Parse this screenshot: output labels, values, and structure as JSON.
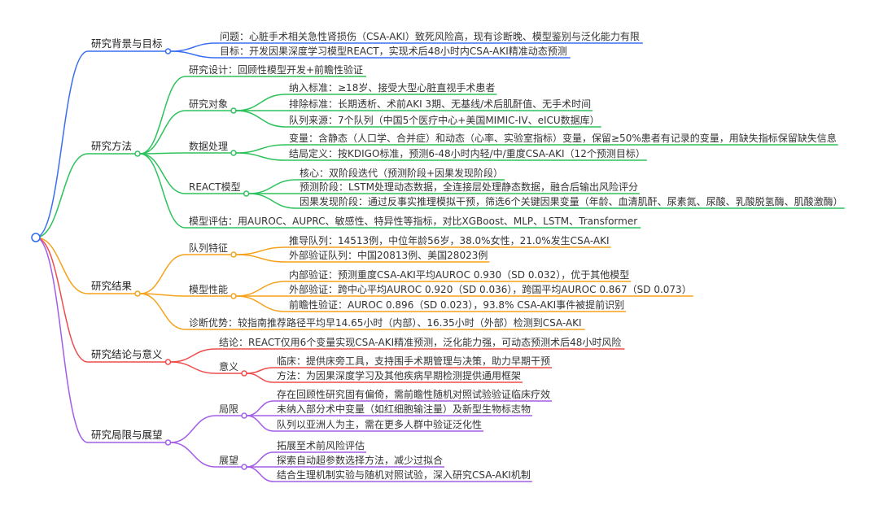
{
  "colors": {
    "root": "#2b6bf0",
    "blue": "#3a6ff2",
    "green": "#2ec25c",
    "orange": "#f5a21b",
    "red": "#ef4c4c",
    "purple": "#a35ee8"
  },
  "sections": [
    {
      "key": "background",
      "color": "blue",
      "label": "研究背景与目标",
      "children": [
        {
          "label": "问题：心脏手术相关急性肾损伤（CSA-AKI）致死风险高，现有诊断晚、模型鉴别与泛化能力有限"
        },
        {
          "label": "目标：开发因果深度学习模型REACT，实现术后48小时内CSA-AKI精准动态预测"
        }
      ]
    },
    {
      "key": "methods",
      "color": "green",
      "label": "研究方法",
      "children": [
        {
          "label": "研究设计：回顾性模型开发+前瞻性验证"
        },
        {
          "label": "研究对象",
          "children": [
            {
              "label": "纳入标准：≥18岁、接受大型心脏直视手术患者"
            },
            {
              "label": "排除标准：长期透析、术前AKI 3期、无基线/术后肌酐值、无手术时间"
            },
            {
              "label": "队列来源：7个队列（中国5个医疗中心+美国MIMIC-IV、eICU数据库）"
            }
          ]
        },
        {
          "label": "数据处理",
          "children": [
            {
              "label": "变量：含静态（人口学、合并症）和动态（心率、实验室指标）变量，保留≥50%患者有记录的变量，用缺失指标保留缺失信息"
            },
            {
              "label": "结局定义：按KDIGO标准，预测6-48小时内轻/中/重度CSA-AKI（12个预测目标）"
            }
          ]
        },
        {
          "label": "REACT模型",
          "children": [
            {
              "label": "核心：双阶段迭代（预测阶段+因果发现阶段）"
            },
            {
              "label": "预测阶段：LSTM处理动态数据，全连接层处理静态数据，融合后输出风险评分"
            },
            {
              "label": "因果发现阶段：通过反事实推理模拟干预，筛选6个关键因果变量（年龄、血清肌酐、尿素氮、尿酸、乳酸脱氢酶、肌酸激酶）"
            }
          ]
        },
        {
          "label": "模型评估：用AUROC、AUPRC、敏感性、特异性等指标，对比XGBoost、MLP、LSTM、Transformer"
        }
      ]
    },
    {
      "key": "results",
      "color": "orange",
      "label": "研究结果",
      "children": [
        {
          "label": "队列特征",
          "children": [
            {
              "label": "推导队列：14513例，中位年龄56岁，38.0%女性，21.0%发生CSA-AKI"
            },
            {
              "label": "外部验证队列：中国20813例、美国28023例"
            }
          ]
        },
        {
          "label": "模型性能",
          "children": [
            {
              "label": "内部验证：预测重度CSA-AKI平均AUROC 0.930（SD 0.032），优于其他模型"
            },
            {
              "label": "外部验证：跨中心平均AUROC 0.920（SD 0.036），跨国平均AUROC 0.867（SD 0.073）"
            },
            {
              "label": "前瞻性验证：AUROC 0.896（SD 0.023），93.8% CSA-AKI事件被提前识别"
            }
          ]
        },
        {
          "label": "诊断优势：较指南推荐路径平均早14.65小时（内部）、16.35小时（外部）检测到CSA-AKI"
        }
      ]
    },
    {
      "key": "conclusion",
      "color": "red",
      "label": "研究结论与意义",
      "children": [
        {
          "label": "结论：REACT仅用6个变量实现CSA-AKI精准预测，泛化能力强，可动态预测术后48小时风险"
        },
        {
          "label": "意义",
          "children": [
            {
              "label": "临床：提供床旁工具，支持围手术期管理与决策，助力早期干预"
            },
            {
              "label": "方法：为因果深度学习及其他疾病早期检测提供通用框架"
            }
          ]
        }
      ]
    },
    {
      "key": "limits",
      "color": "purple",
      "label": "研究局限与展望",
      "children": [
        {
          "label": "局限",
          "children": [
            {
              "label": "存在回顾性研究固有偏倚，需前瞻性随机对照试验验证临床疗效"
            },
            {
              "label": "未纳入部分术中变量（如红细胞输注量）及新型生物标志物"
            },
            {
              "label": "队列以亚洲人为主，需在更多人群中验证泛化性"
            }
          ]
        },
        {
          "label": "展望",
          "children": [
            {
              "label": "拓展至术前风险评估"
            },
            {
              "label": "探索自动超参数选择方法，减少过拟合"
            },
            {
              "label": "结合生理机制实验与随机对照试验，深入研究CSA-AKI机制"
            }
          ]
        }
      ]
    }
  ]
}
